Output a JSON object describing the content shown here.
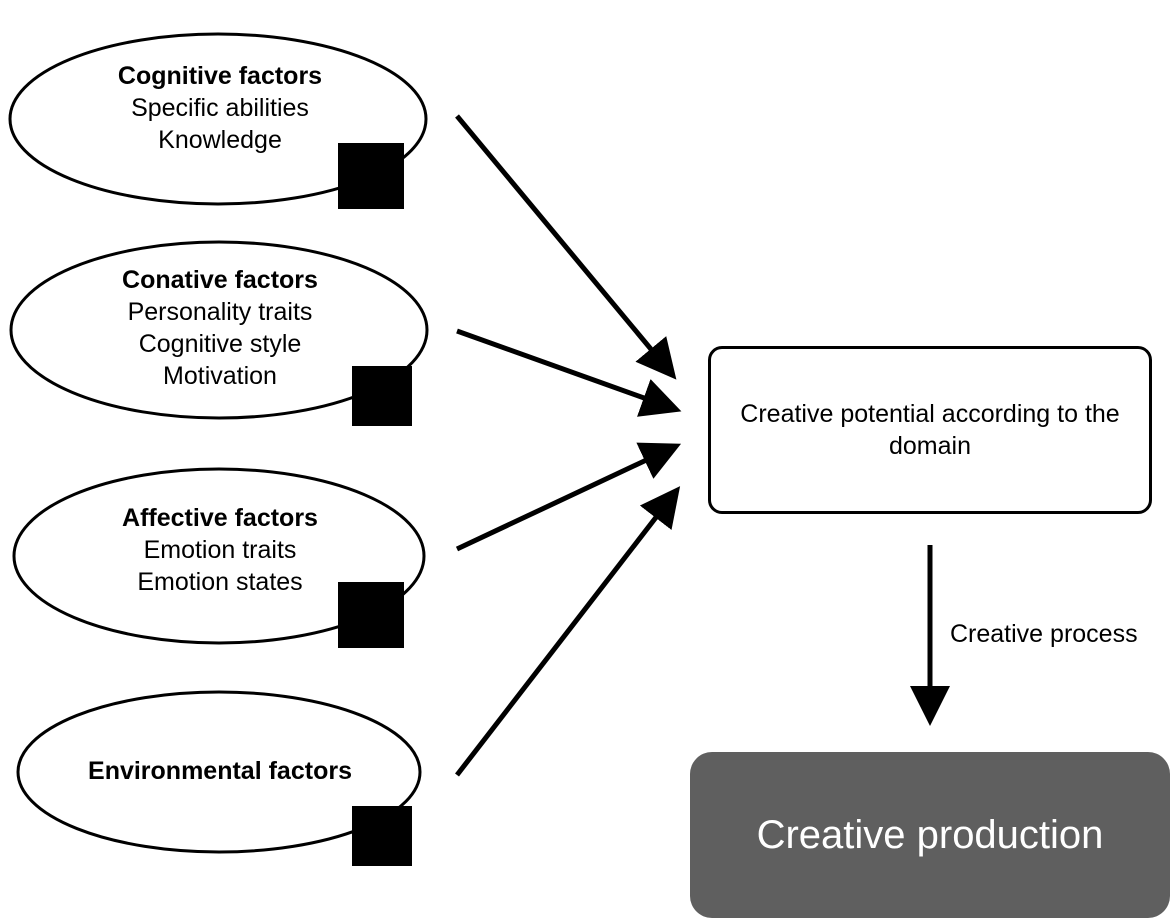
{
  "factors": [
    {
      "title": "Cognitive factors",
      "lines": [
        "Specific abilities",
        "Knowledge"
      ]
    },
    {
      "title": "Conative factors",
      "lines": [
        "Personality traits",
        "Cognitive style",
        "Motivation"
      ]
    },
    {
      "title": "Affective factors",
      "lines": [
        "Emotion traits",
        "Emotion states"
      ]
    },
    {
      "title": "Environmental factors",
      "lines": []
    }
  ],
  "potential_box": {
    "text": "Creative potential according to the domain"
  },
  "process_label": "Creative process",
  "production_box": {
    "text": "Creative production",
    "color": "#5f5f5f"
  },
  "icons": [
    "puzzle-piece-icon",
    "puzzle-piece-icon",
    "puzzle-piece-icon",
    "puzzle-piece-icon"
  ]
}
